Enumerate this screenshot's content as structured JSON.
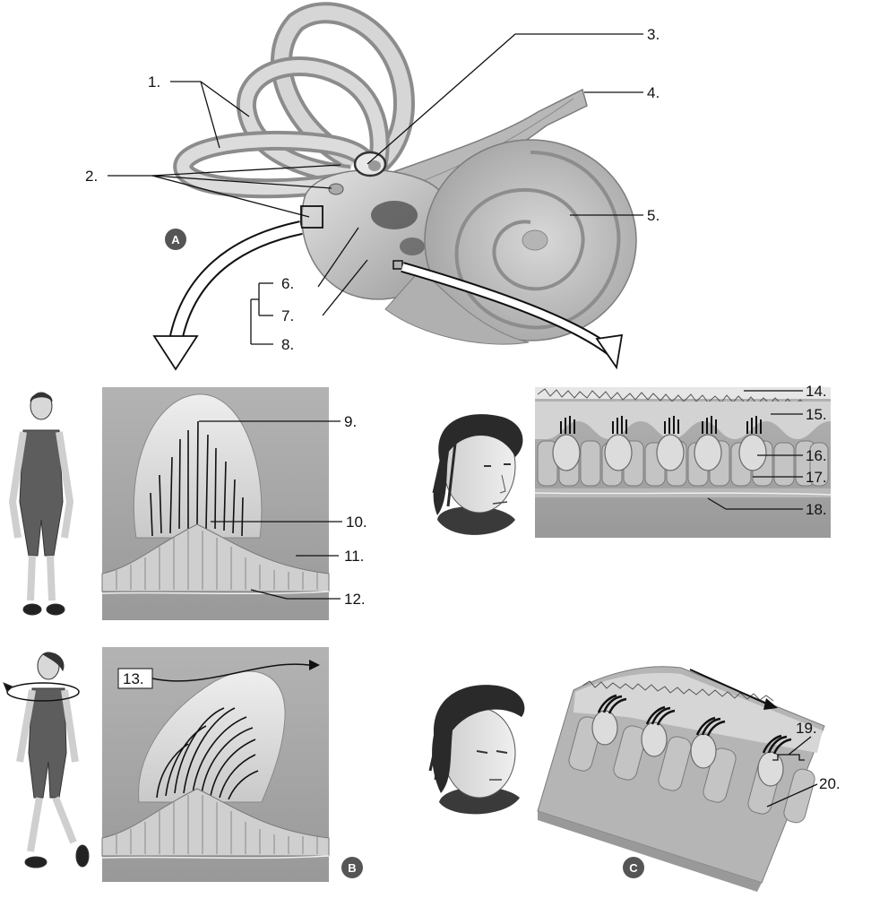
{
  "labels": {
    "l1": "1.",
    "l2": "2.",
    "l3": "3.",
    "l4": "4.",
    "l5": "5.",
    "l6": "6.",
    "l7": "7.",
    "l8": "8.",
    "l9": "9.",
    "l10": "10.",
    "l11": "11.",
    "l12": "12.",
    "l13": "13.",
    "l14": "14.",
    "l15": "15.",
    "l16": "16.",
    "l17": "17.",
    "l18": "18.",
    "l19": "19.",
    "l20": "20."
  },
  "badges": {
    "a": "A",
    "b": "B",
    "c": "C"
  },
  "colors": {
    "labyrinth": "#c9c9c9",
    "labyrinth_shade": "#8f8f8f",
    "panel_bg": "#a8a8a8",
    "cupula": "#dcdcdc",
    "cells": "#c4c4c4",
    "badge": "#555555"
  }
}
